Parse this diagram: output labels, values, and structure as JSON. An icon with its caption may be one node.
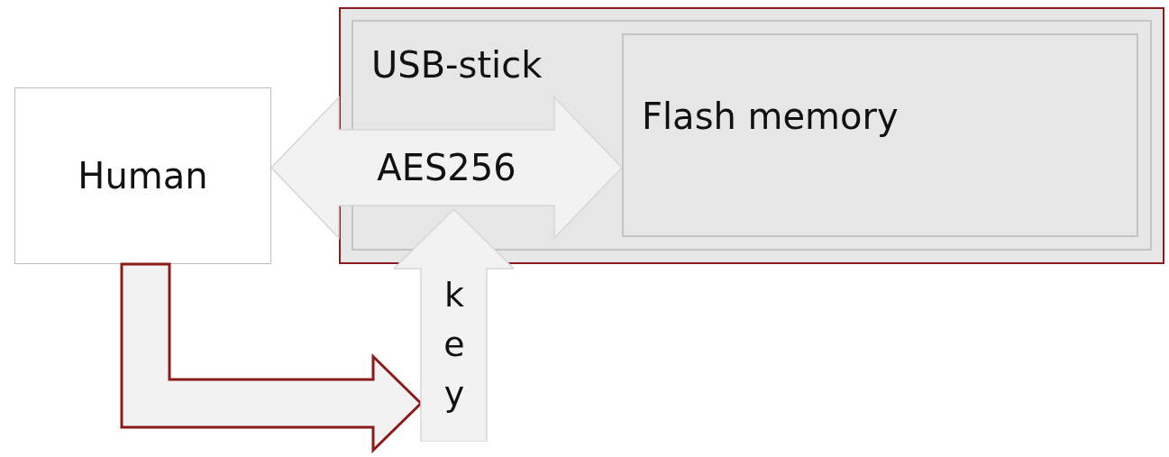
{
  "diagram": {
    "nodes": [
      {
        "text": [],
        "shape": "box"
      },
      {
        "text": [
          "USB-stick"
        ],
        "in": 0
      },
      {
        "text": [
          "Flash memory"
        ],
        "in": 1
      },
      {
        "text": [
          "Human"
        ]
      },
      {
        "text": [
          "key"
        ]
      }
    ],
    "edges": [
      {
        "from": 3,
        "to": 2,
        "arrow": "both",
        "label": "AES256",
        "style": "thick"
      },
      {
        "from": 3,
        "to": 4,
        "arrow": "to",
        "style": "thick",
        "color": "#8b1a1a"
      }
    ]
  }
}
